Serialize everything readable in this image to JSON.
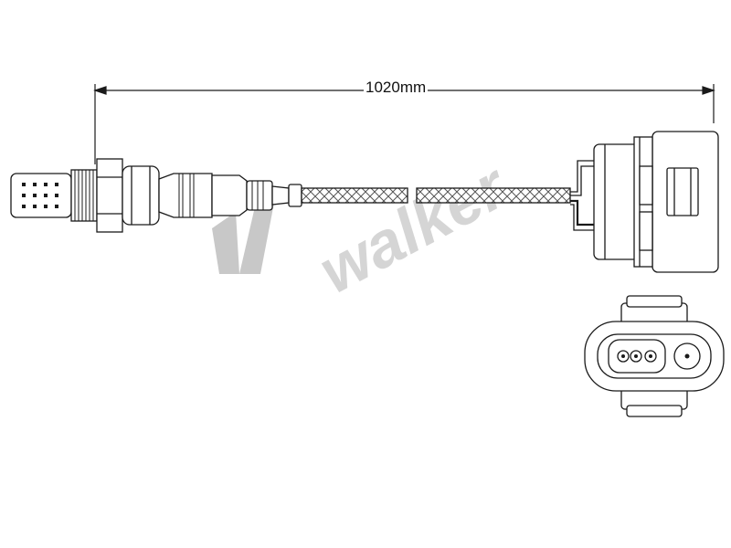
{
  "dimension": {
    "label": "1020mm"
  },
  "watermark": {
    "text": "walker",
    "color": "#c8c8c8"
  },
  "colors": {
    "stroke": "#1a1a1a",
    "background": "#ffffff"
  },
  "icons": [
    "oxygen-sensor-drawing",
    "connector-face-icon"
  ]
}
